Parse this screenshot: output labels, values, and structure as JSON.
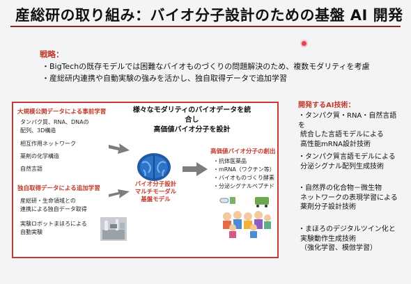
{
  "slide": {
    "title": "産総研の取り組み：バイオ分子設計のための基盤 AI 開発",
    "strategy_heading": "戦略：",
    "strategy_lines": [
      "・BigTechの既存モデルでは困難なバイオものづくりの問題解決のため、複数モダリティを考慮",
      "・産総研内連携や自動実験の強みを活かし、独自取得データで追加学習"
    ]
  },
  "diagram": {
    "pretrain_heading": "大規模公開データによる事前学習",
    "pretrain_items": [
      "タンパク質、RNA、DNAの",
      "配列、3D構造",
      "相互作用ネットワーク",
      "薬剤の化学構造",
      "自然言語"
    ],
    "finetune_heading": "独自取得データによる追加学習",
    "finetune_items": [
      "産総研・生命領域との",
      "連携による独自データ取得",
      "実験ロボットまほろによる",
      "自動実験"
    ],
    "center_heading": [
      "様々なモダリティのバイオデータを統合し",
      "高価値バイオ分子を設計"
    ],
    "model_label": [
      "バイオ分子設計",
      "マルチモーダル",
      "基盤モデル"
    ],
    "high_value_heading": "高価値バイオ分子の創出",
    "high_value_items": [
      "・抗体医薬品",
      "・mRNA（ワクチン等）",
      "・バイオものづくり酵素",
      "・分泌シグナルペプチド"
    ]
  },
  "ai_tech": {
    "heading": "開発するAI技術：",
    "items": [
      [
        "・タンパク質・RNA・自然言語を",
        "統合した言語モデルによる",
        "高性能mRNA設計技術"
      ],
      [
        "・タンパク質言語モデルによる",
        "分泌シグナル配列生成技術"
      ],
      [
        "・自然界の化合物－微生物",
        "ネットワークの表現学習による",
        "薬剤分子設計技術"
      ],
      [
        "・まほろのデジタルツイン化と",
        "実験動作生成技術",
        "（強化学習、模倣学習）"
      ]
    ]
  },
  "colors": {
    "accent": "#c0392b",
    "rule": "#8a2321"
  }
}
